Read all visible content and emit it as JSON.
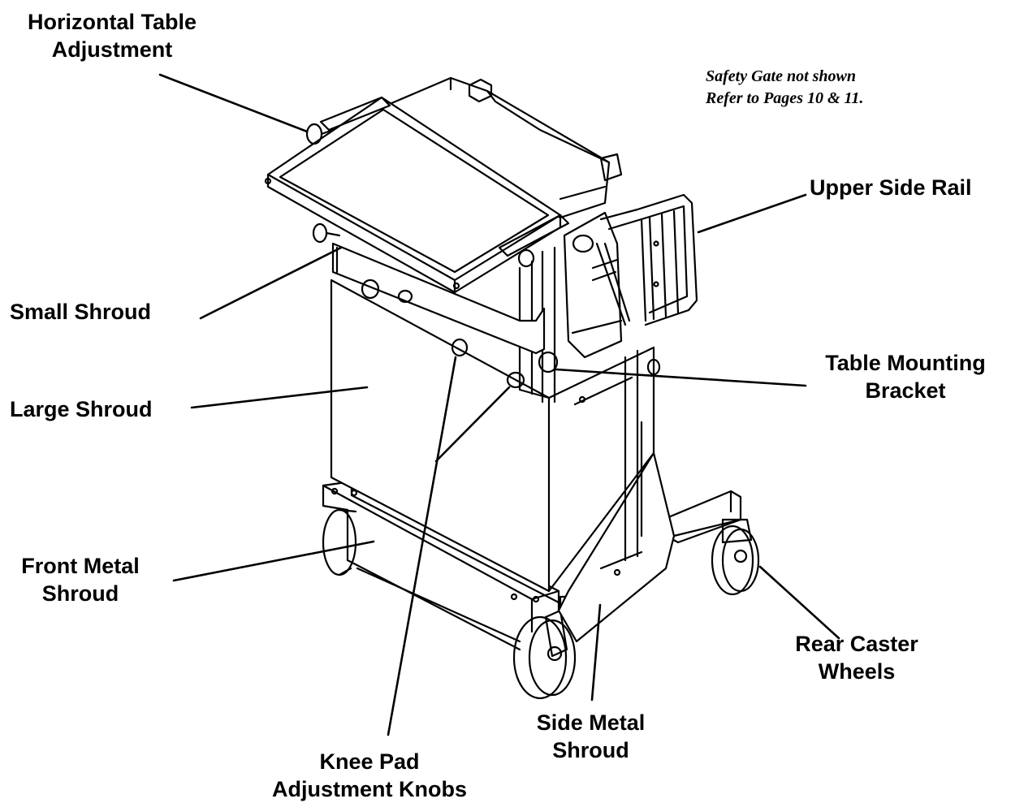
{
  "note": {
    "line1": "Safety Gate not shown",
    "line2": "Refer to Pages 10 & 11."
  },
  "labels": {
    "horizontal_table_adjustment": {
      "line1": "Horizontal Table",
      "line2": "Adjustment"
    },
    "upper_side_rail": {
      "line1": "Upper Side Rail"
    },
    "small_shroud": {
      "line1": "Small Shroud"
    },
    "table_mounting_bracket": {
      "line1": "Table Mounting",
      "line2": "Bracket"
    },
    "large_shroud": {
      "line1": "Large Shroud"
    },
    "front_metal_shroud": {
      "line1": "Front Metal",
      "line2": "Shroud"
    },
    "rear_caster_wheels": {
      "line1": "Rear Caster",
      "line2": "Wheels"
    },
    "side_metal_shroud": {
      "line1": "Side Metal",
      "line2": "Shroud"
    },
    "knee_pad_adjustment_knobs": {
      "line1": "Knee Pad",
      "line2": "Adjustment Knobs"
    }
  }
}
